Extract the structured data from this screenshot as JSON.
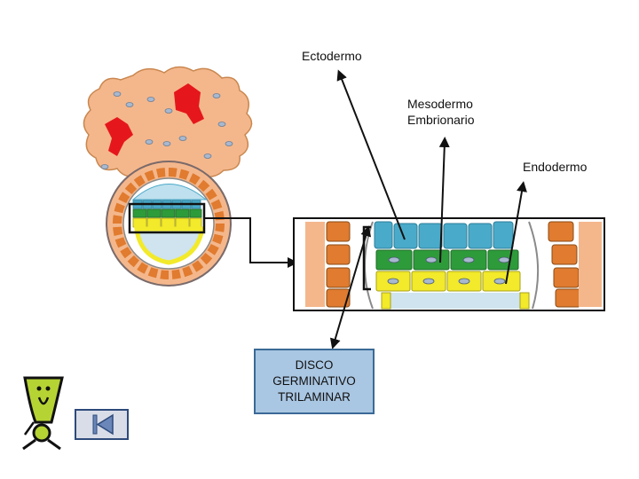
{
  "labels": {
    "ectodermo": "Ectodermo",
    "mesodermo_line1": "Mesodermo",
    "mesodermo_line2": "Embrionario",
    "endodermo": "Endodermo"
  },
  "disco_box": {
    "line1": "DISCO",
    "line2": "GERMINATIVO",
    "line3": "TRILAMINAR"
  },
  "icons": {
    "mascot": "exclamation-mascot-icon",
    "nav": "back-to-start-icon"
  },
  "colors": {
    "trophoblast": "#f4b78c",
    "trophoblast_red": "#e5171c",
    "ring_orange": "#e07b2f",
    "ectoderm": "#4aaac9",
    "mesoderm": "#2e9b3a",
    "endoderm": "#f2ea2a",
    "yolk_sac": "#cfe4ee",
    "nav_fill": "#d9dde8",
    "nav_border": "#2e4a7a",
    "disco_fill": "#a9c6e2",
    "mascot_green": "#b6d334"
  }
}
